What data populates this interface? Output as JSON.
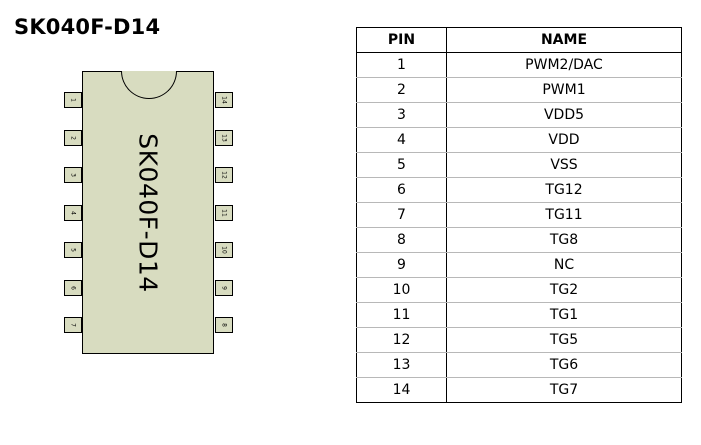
{
  "title": "SK040F-D14",
  "chip": {
    "label": "SK040F-D14",
    "left_pins": [
      "1",
      "2",
      "3",
      "4",
      "5",
      "6",
      "7"
    ],
    "right_pins": [
      "14",
      "13",
      "12",
      "11",
      "10",
      "9",
      "8"
    ]
  },
  "table": {
    "headers": [
      "PIN",
      "NAME"
    ],
    "rows": [
      [
        "1",
        "PWM2/DAC"
      ],
      [
        "2",
        "PWM1"
      ],
      [
        "3",
        "VDD5"
      ],
      [
        "4",
        "VDD"
      ],
      [
        "5",
        "VSS"
      ],
      [
        "6",
        "TG12"
      ],
      [
        "7",
        "TG11"
      ],
      [
        "8",
        "TG8"
      ],
      [
        "9",
        "NC"
      ],
      [
        "10",
        "TG2"
      ],
      [
        "11",
        "TG1"
      ],
      [
        "12",
        "TG5"
      ],
      [
        "13",
        "TG6"
      ],
      [
        "14",
        "TG7"
      ]
    ]
  }
}
